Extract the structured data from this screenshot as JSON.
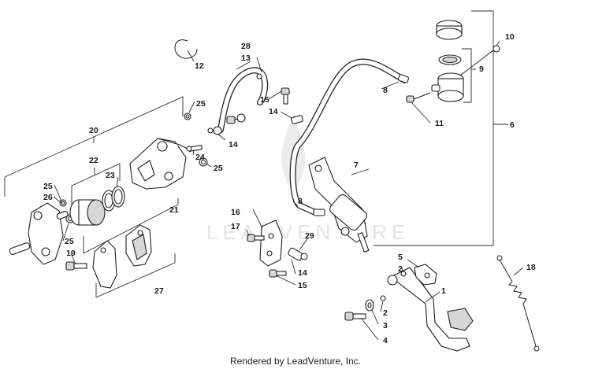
{
  "diagram": {
    "footer": "Rendered by LeadVenture, Inc.",
    "watermark": "LEADVENTURE",
    "callouts": [
      {
        "id": "1",
        "label": "1"
      },
      {
        "id": "2a",
        "label": "2"
      },
      {
        "id": "2b",
        "label": "2"
      },
      {
        "id": "3",
        "label": "3"
      },
      {
        "id": "4",
        "label": "4"
      },
      {
        "id": "5",
        "label": "5"
      },
      {
        "id": "6",
        "label": "6"
      },
      {
        "id": "7",
        "label": "7"
      },
      {
        "id": "8a",
        "label": "8"
      },
      {
        "id": "8b",
        "label": "8"
      },
      {
        "id": "9",
        "label": "9"
      },
      {
        "id": "10",
        "label": "10"
      },
      {
        "id": "11",
        "label": "11"
      },
      {
        "id": "12",
        "label": "12"
      },
      {
        "id": "13",
        "label": "13"
      },
      {
        "id": "14a",
        "label": "14"
      },
      {
        "id": "14b",
        "label": "14"
      },
      {
        "id": "14c",
        "label": "14"
      },
      {
        "id": "15a",
        "label": "15"
      },
      {
        "id": "15b",
        "label": "15"
      },
      {
        "id": "16",
        "label": "16"
      },
      {
        "id": "17",
        "label": "17"
      },
      {
        "id": "18",
        "label": "18"
      },
      {
        "id": "19",
        "label": "19"
      },
      {
        "id": "20",
        "label": "20"
      },
      {
        "id": "21",
        "label": "21"
      },
      {
        "id": "22",
        "label": "22"
      },
      {
        "id": "23",
        "label": "23"
      },
      {
        "id": "24",
        "label": "24"
      },
      {
        "id": "25a",
        "label": "25"
      },
      {
        "id": "25b",
        "label": "25"
      },
      {
        "id": "25c",
        "label": "25"
      },
      {
        "id": "25d",
        "label": "25"
      },
      {
        "id": "26",
        "label": "26"
      },
      {
        "id": "27",
        "label": "27"
      },
      {
        "id": "28",
        "label": "28"
      },
      {
        "id": "29",
        "label": "29"
      }
    ]
  }
}
